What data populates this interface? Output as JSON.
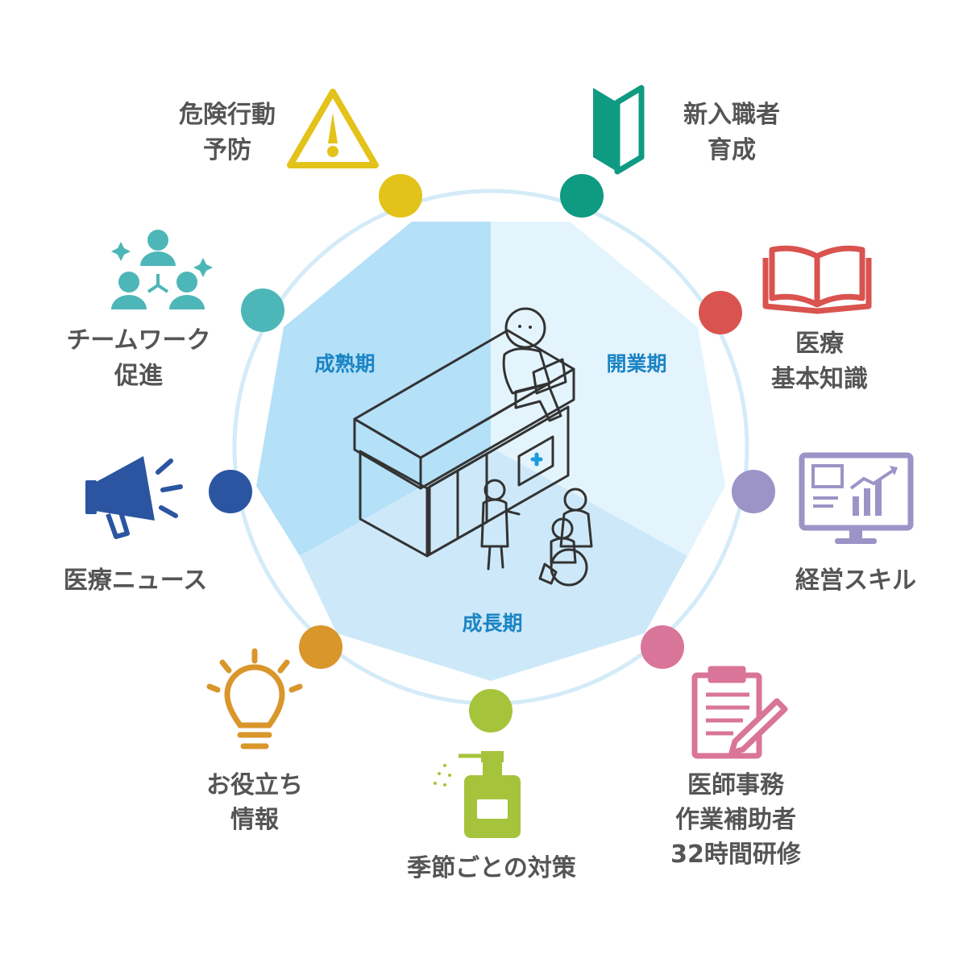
{
  "phases": {
    "maturity": "成熟期",
    "opening": "開業期",
    "growth": "成長期"
  },
  "topics": [
    {
      "key": "danger",
      "lines": [
        "危険行動",
        "予防"
      ],
      "color": "#e3c21a",
      "icon": "warning-icon"
    },
    {
      "key": "newstaff",
      "lines": [
        "新入職者",
        "育成"
      ],
      "color": "#0f9a82",
      "icon": "beginner-mark-icon"
    },
    {
      "key": "medical",
      "lines": [
        "医療",
        "基本知識"
      ],
      "color": "#d9534f",
      "icon": "open-book-icon"
    },
    {
      "key": "management",
      "lines": [
        "経営スキル"
      ],
      "color": "#9c93c7",
      "icon": "monitor-chart-icon"
    },
    {
      "key": "clerk",
      "lines": [
        "医師事務",
        "作業補助者",
        "32時間研修"
      ],
      "color": "#d97598",
      "icon": "clipboard-pen-icon"
    },
    {
      "key": "seasonal",
      "lines": [
        "季節ごとの対策"
      ],
      "color": "#a6c33c",
      "icon": "sanitizer-bottle-icon"
    },
    {
      "key": "useful",
      "lines": [
        "お役立ち",
        "情報"
      ],
      "color": "#d9962b",
      "icon": "light-bulb-icon"
    },
    {
      "key": "news",
      "lines": [
        "医療ニュース"
      ],
      "color": "#2b55a0",
      "icon": "megaphone-icon"
    },
    {
      "key": "teamwork",
      "lines": [
        "チームワーク",
        "促進"
      ],
      "color": "#4db6b8",
      "icon": "team-people-icon"
    }
  ],
  "colors": {
    "ring": "#d4ebf8",
    "sector_maturity": "#b4e0f8",
    "sector_opening": "#e4f4fc",
    "sector_growth": "#cde9f9",
    "cross": "#1b9bdc"
  }
}
